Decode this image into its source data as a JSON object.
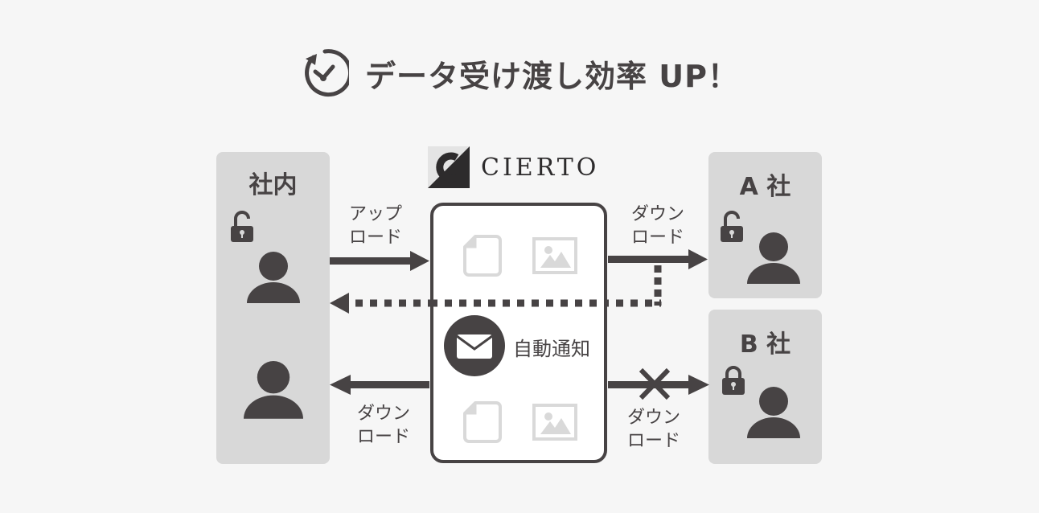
{
  "title": {
    "text": "データ受け渡し効率 UP！",
    "icon": "clock-refresh-icon"
  },
  "logo": {
    "mark": "C",
    "text": "CIERTO"
  },
  "panels": {
    "internal": {
      "title": "社内",
      "lock": "unlocked",
      "users": 2
    },
    "company_a": {
      "title": "A 社",
      "lock": "unlocked",
      "users": 1
    },
    "company_b": {
      "title": "B 社",
      "lock": "locked",
      "users": 1
    }
  },
  "center": {
    "top_files": [
      "document-icon",
      "image-icon"
    ],
    "bottom_files": [
      "document-icon",
      "image-icon"
    ],
    "notification": {
      "icon": "mail-icon",
      "label": "自動通知"
    }
  },
  "arrows": {
    "upload": {
      "line1": "アップ",
      "line2": "ロード"
    },
    "download_internal": {
      "line1": "ダウン",
      "line2": "ロード"
    },
    "download_a": {
      "line1": "ダウン",
      "line2": "ロード"
    },
    "download_b": {
      "line1": "ダウン",
      "line2": "ロード",
      "blocked": true
    }
  },
  "colors": {
    "background": "#f6f6f6",
    "panel": "#d8d8d8",
    "dark": "#474344",
    "icon_light": "#d9d9d9",
    "box": "#ffffff"
  }
}
